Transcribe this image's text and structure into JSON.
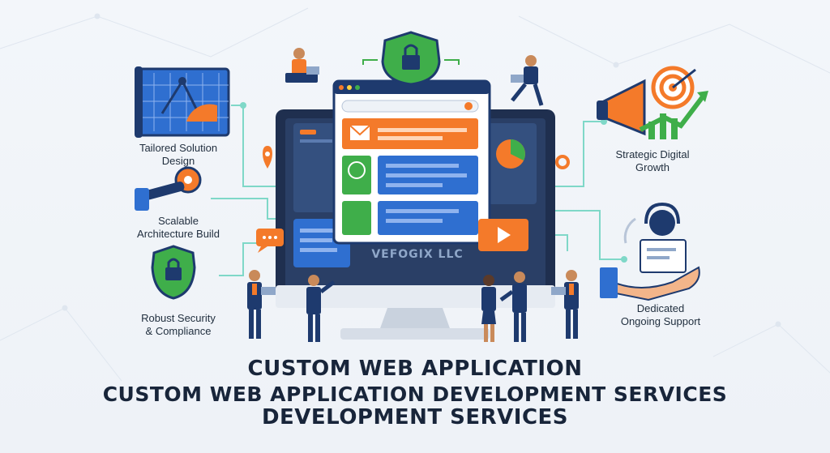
{
  "brand": "VEFOGIX LLC",
  "features": {
    "left": [
      {
        "label_1": "Tailored Solution",
        "label_2": "Design",
        "icon": "blueprint-compass-icon"
      },
      {
        "label_1": "Scalable",
        "label_2": "Architecture Build",
        "icon": "wrench-gear-icon"
      },
      {
        "label_1": "Robust Security",
        "label_2": "& Compliance",
        "icon": "shield-lock-icon"
      }
    ],
    "right": [
      {
        "label_1": "Strategic Digital",
        "label_2": "Growth",
        "icon": "megaphone-target-icon"
      },
      {
        "label_1": "Dedicated",
        "label_2": "Ongoing Support",
        "icon": "support-headset-icon"
      }
    ]
  },
  "title": {
    "line_1": "CUSTOM WEB APPLICATION",
    "line_2": "CUSTOM WEB APPLICATION DEVELOPMENT SERVICES",
    "line_3": "DEVELOPMENT SERVICES"
  },
  "colors": {
    "navy": "#1e3a6e",
    "blue": "#2f6fd0",
    "orange": "#f47a2a",
    "green": "#3fae4a",
    "teal_lines": "#7fd8c8",
    "title": "#18253a"
  }
}
